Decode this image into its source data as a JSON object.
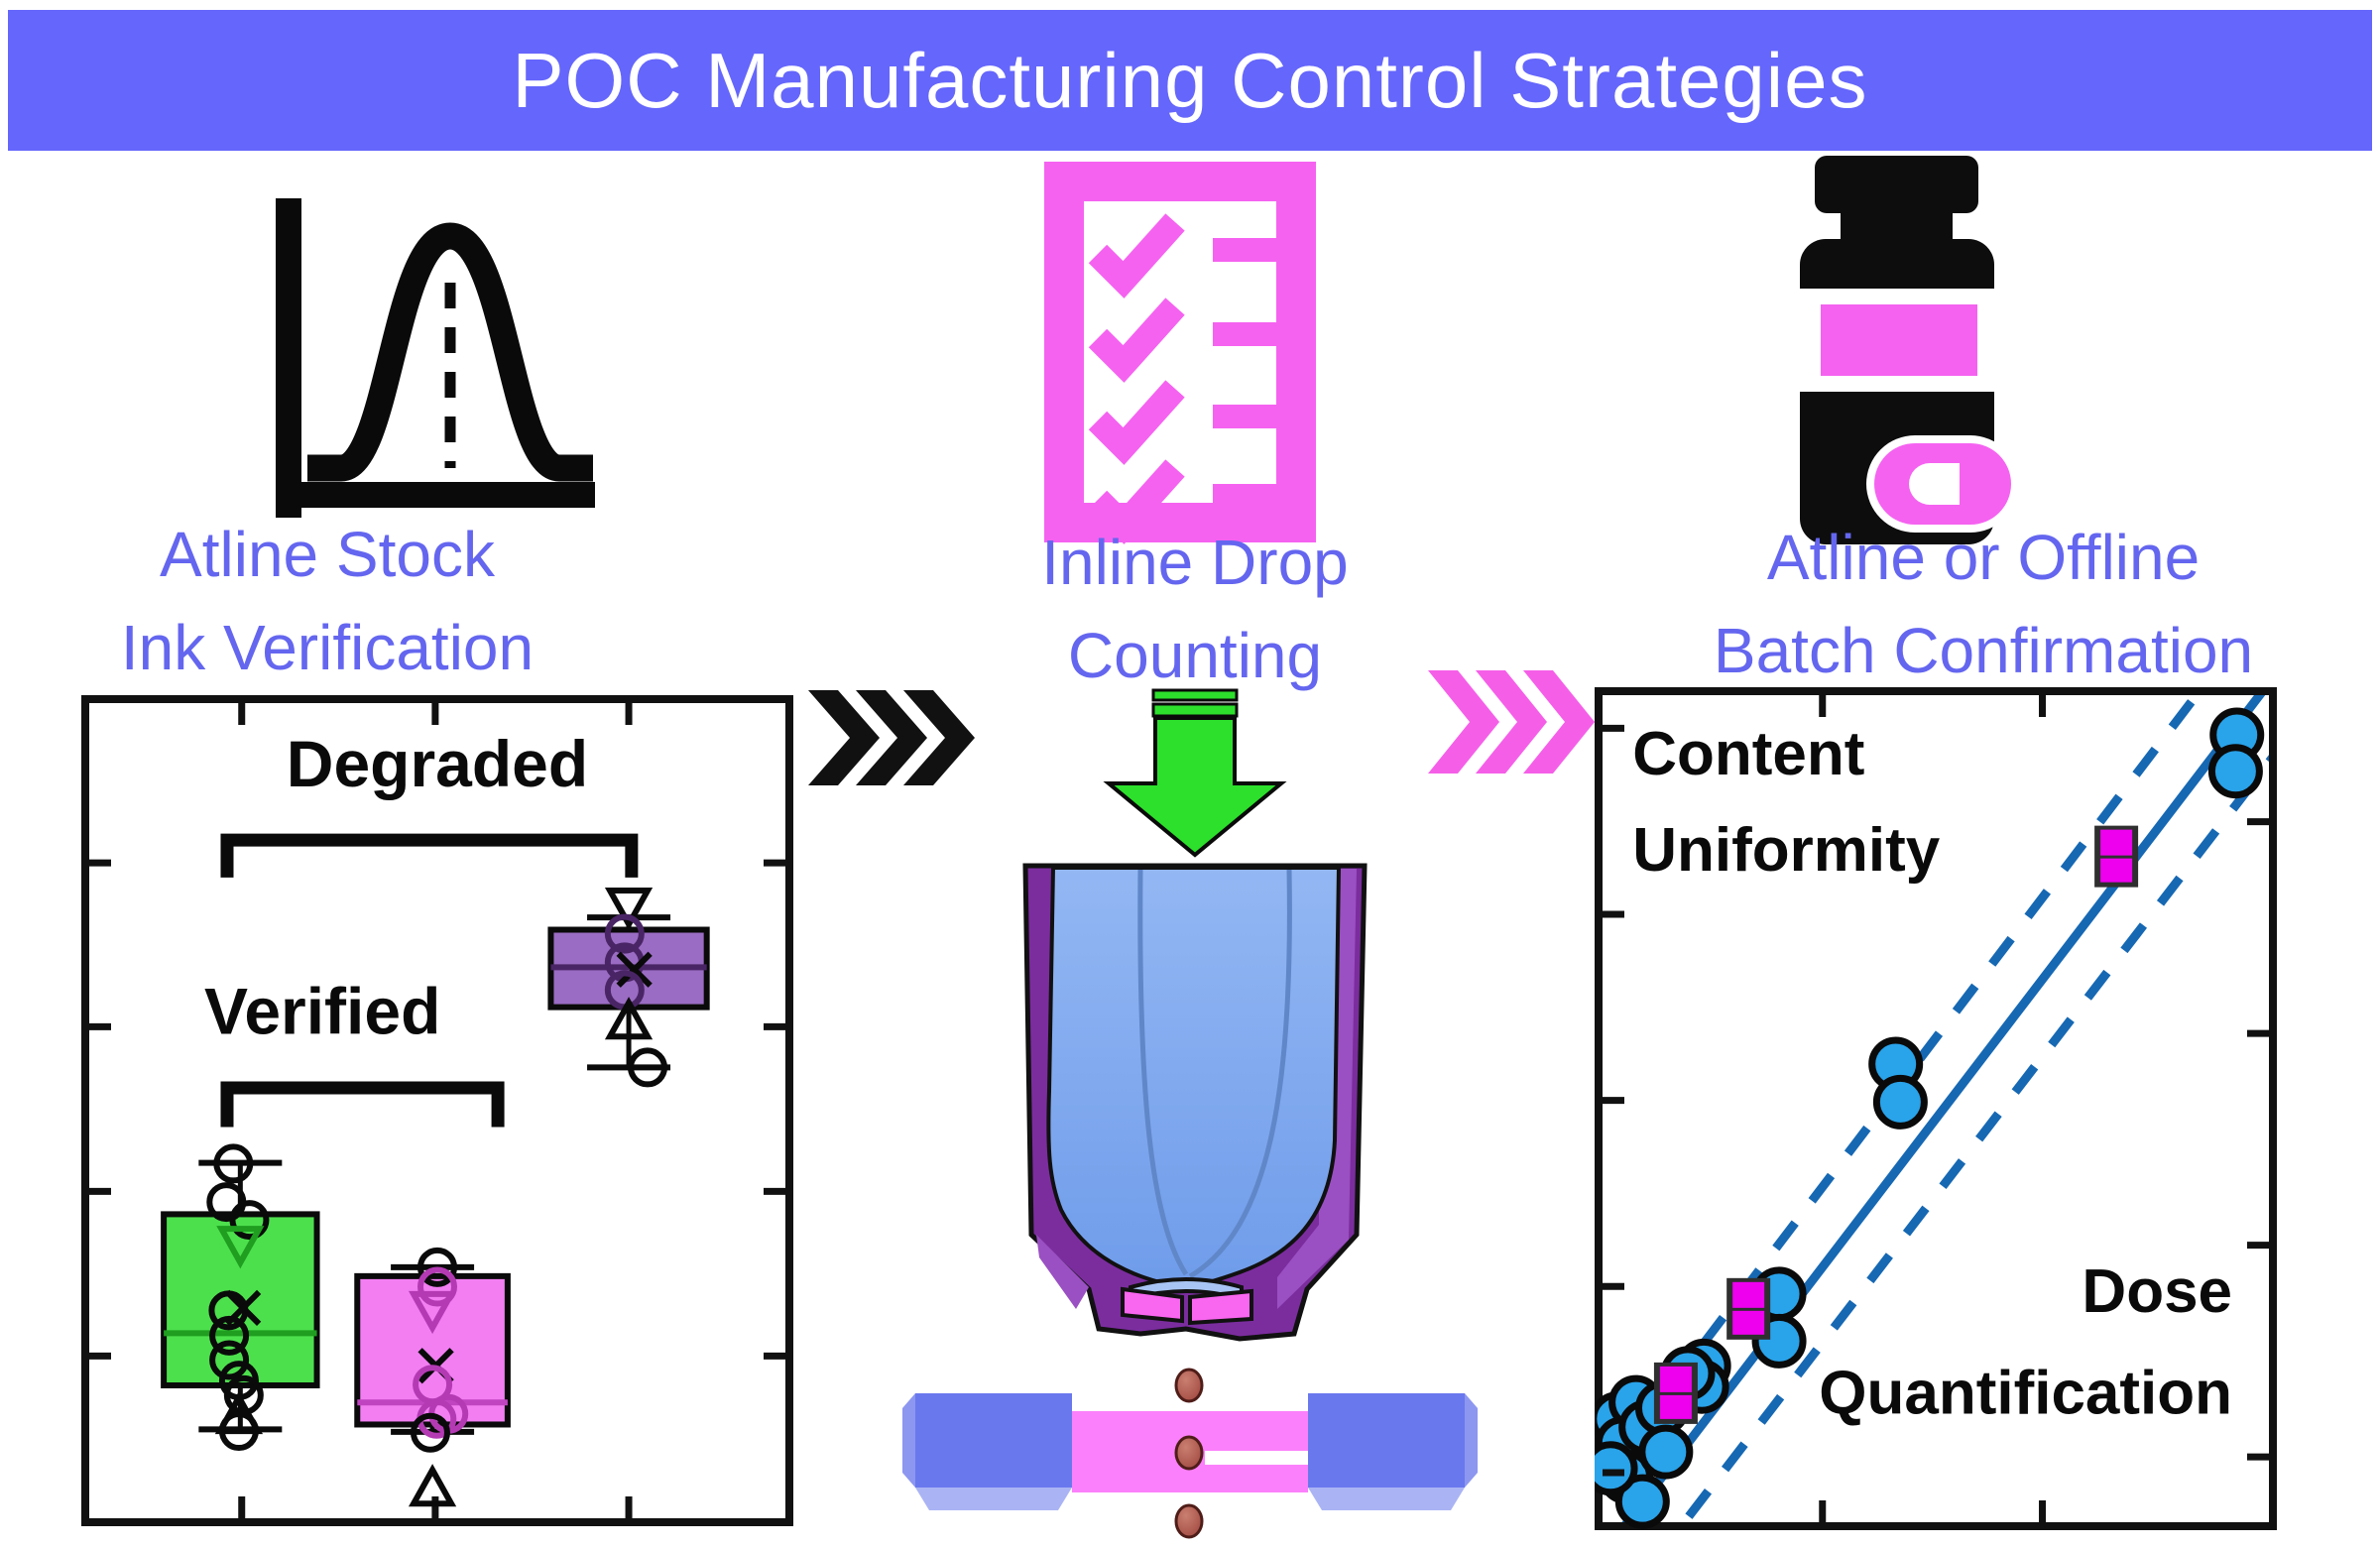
{
  "header": {
    "title": "POC Manufacturing Control Strategies"
  },
  "panels": [
    {
      "id": "atline-ink",
      "icon": "bell-curve-icon",
      "label_lines": [
        "Atline Stock",
        "Ink Verification"
      ]
    },
    {
      "id": "inline-drop",
      "icon": "checklist-icon",
      "label_lines": [
        "Inline Drop",
        "Counting"
      ]
    },
    {
      "id": "batch-confirm",
      "icon": "pill-bottle-icon",
      "label_lines": [
        "Atline or Offline",
        "Batch Confirmation"
      ]
    }
  ],
  "connectors": [
    {
      "id": "chevron-black",
      "color": "#111111"
    },
    {
      "id": "chevron-pink",
      "color": "#f55fe8"
    }
  ],
  "colors": {
    "banner": "#6566fb",
    "label_text": "#6466ef",
    "magenta": "#f562f0",
    "chevron_pink": "#f55fe8",
    "arrow_green": "#2ce02c",
    "vessel_purple": "#7b2d9e",
    "vessel_purple_light": "#9a50c2",
    "liquid_blue_top": "#93b7f3",
    "liquid_blue_bottom": "#6f9cea",
    "sensor_block_blue": "#6a78ee",
    "sensor_beam_pink": "#fb80fb",
    "droplet_red": "#a14840",
    "green_box": "#4de04d",
    "magenta_box": "#f27ef2",
    "purple_box": "#9a6cc3",
    "scatter_point_blue": "#29a3ea",
    "fit_line_blue": "#1668b3",
    "square_marker_magenta": "#ee00ee"
  },
  "chart_data": [
    {
      "type": "box",
      "panel": "atline-ink",
      "title": "Ink verification boxplot (axes unlabeled)",
      "axes": {
        "x_ticks": [
          0.219,
          0.497,
          0.775
        ],
        "y_ticks": [
          0.196,
          0.397,
          0.599,
          0.801
        ],
        "tick_labels": "none"
      },
      "brackets": [
        {
          "label": "Degraded",
          "x1": 0.198,
          "x2": 0.779,
          "y_bar": 0.168,
          "y_end": 0.214,
          "label_x": 0.5,
          "label_y": 0.102
        },
        {
          "label": "Verified",
          "x1": 0.198,
          "x2": 0.587,
          "y_bar": 0.472,
          "y_end": 0.52,
          "label_x": 0.335,
          "label_y": 0.406
        }
      ],
      "boxes": [
        {
          "name": "verified-green",
          "fill": "#4de04d",
          "median_color": "#1f9e1f",
          "cx": 0.217,
          "hw": 0.11,
          "top": 0.627,
          "bottom": 0.837,
          "median": 0.773,
          "w_top": 0.564,
          "w_bottom": 0.891
        },
        {
          "name": "verified-magenta",
          "fill": "#f27ef2",
          "median_color": "#c044c0",
          "cx": 0.493,
          "hw": 0.108,
          "top": 0.703,
          "bottom": 0.885,
          "median": 0.858,
          "w_top": 0.692,
          "w_bottom": 0.894
        },
        {
          "name": "degraded-purple",
          "fill": "#9a6cc3",
          "median_color": "#4a2566",
          "cx": 0.775,
          "hw": 0.112,
          "top": 0.278,
          "bottom": 0.373,
          "median": 0.324,
          "w_top": 0.263,
          "w_bottom": 0.447
        }
      ],
      "points": [
        {
          "m": "c",
          "x": 0.207,
          "y": 0.565
        },
        {
          "m": "c",
          "x": 0.197,
          "y": 0.612
        },
        {
          "m": "c",
          "x": 0.23,
          "y": 0.634
        },
        {
          "m": "td",
          "x": 0.217,
          "y": 0.662,
          "c": "#1f9e1f"
        },
        {
          "m": "c",
          "x": 0.2,
          "y": 0.745
        },
        {
          "m": "x",
          "x": 0.221,
          "y": 0.742
        },
        {
          "m": "c",
          "x": 0.201,
          "y": 0.776
        },
        {
          "m": "c",
          "x": 0.201,
          "y": 0.806
        },
        {
          "m": "c",
          "x": 0.215,
          "y": 0.831
        },
        {
          "m": "c",
          "x": 0.222,
          "y": 0.849
        },
        {
          "m": "tu",
          "x": 0.215,
          "y": 0.876
        },
        {
          "m": "c",
          "x": 0.215,
          "y": 0.893
        },
        {
          "m": "c",
          "x": 0.5,
          "y": 0.692
        },
        {
          "m": "c",
          "x": 0.5,
          "y": 0.716,
          "c": "#b43ab4"
        },
        {
          "m": "td",
          "x": 0.493,
          "y": 0.742,
          "c": "#b43ab4"
        },
        {
          "m": "x",
          "x": 0.498,
          "y": 0.813
        },
        {
          "m": "c",
          "x": 0.493,
          "y": 0.836,
          "c": "#b43ab4"
        },
        {
          "m": "c",
          "x": 0.499,
          "y": 0.878,
          "c": "#b43ab4"
        },
        {
          "m": "c",
          "x": 0.516,
          "y": 0.872,
          "c": "#b43ab4"
        },
        {
          "m": "c",
          "x": 0.49,
          "y": 0.895
        },
        {
          "m": "tu",
          "x": 0.493,
          "y": 0.965
        },
        {
          "m": "td",
          "x": 0.775,
          "y": 0.247
        },
        {
          "m": "c",
          "x": 0.769,
          "y": 0.283,
          "c": "#4a2566"
        },
        {
          "m": "c",
          "x": 0.769,
          "y": 0.318,
          "c": "#4a2566"
        },
        {
          "m": "x",
          "x": 0.783,
          "y": 0.327
        },
        {
          "m": "c",
          "x": 0.769,
          "y": 0.352,
          "c": "#4a2566"
        },
        {
          "m": "tu",
          "x": 0.775,
          "y": 0.392
        },
        {
          "m": "c",
          "x": 0.802,
          "y": 0.447
        }
      ]
    },
    {
      "type": "scatter",
      "panel": "batch-confirm",
      "title": "Batch confirmation calibration plot (axes unlabeled)",
      "corner_labels": [
        {
          "lines": [
            "Content",
            "Uniformity"
          ],
          "x": 0.045,
          "y": [
            0.072,
            0.188
          ],
          "anchor": "start"
        },
        {
          "lines": [
            "Dose",
            "Quantification"
          ],
          "x": 0.945,
          "y": [
            0.722,
            0.845
          ],
          "anchor": "end"
        }
      ],
      "axes": {
        "x_ticks": [
          0.33,
          0.66
        ],
        "y_ticks_left": [
          0.04,
          0.265,
          0.49,
          0.715,
          0.94
        ],
        "y_ticks_right": [
          0.153,
          0.409,
          0.665,
          0.921
        ],
        "tick_labels": "none"
      },
      "fit_line": {
        "color": "#1668b3",
        "solid": [
          [
            -0.01,
            1.05
          ],
          [
            1.005,
            -0.02
          ]
        ],
        "dashed": [
          [
            [
              -0.01,
              0.955
            ],
            [
              0.91,
              -0.02
            ]
          ],
          [
            [
              0.075,
              1.05
            ],
            [
              1.02,
              0.06
            ]
          ]
        ]
      },
      "series": [
        {
          "name": "dose-quantification-samples",
          "marker": "circle",
          "fill": "#29a3ea",
          "points": [
            [
              0.022,
              0.875
            ],
            [
              0.05,
              0.855
            ],
            [
              0.03,
              0.905
            ],
            [
              0.065,
              0.885
            ],
            [
              0.09,
              0.862
            ],
            [
              0.035,
              0.945
            ],
            [
              0.06,
              0.975
            ],
            [
              0.095,
              0.915
            ],
            [
              0.012,
              0.935
            ],
            [
              0.152,
              0.811
            ],
            [
              0.149,
              0.836
            ],
            [
              0.128,
              0.82
            ],
            [
              0.265,
              0.724
            ],
            [
              0.265,
              0.781
            ],
            [
              0.44,
              0.446
            ],
            [
              0.447,
              0.492
            ],
            [
              0.952,
              0.048
            ],
            [
              0.95,
              0.092
            ]
          ]
        },
        {
          "name": "content-uniformity-checks",
          "marker": "square-pair",
          "fill": "#ee00ee",
          "frame": "#2f2f2f",
          "points": [
            [
              0.11,
              0.844
            ],
            [
              0.219,
              0.742
            ],
            [
              0.771,
              0.195
            ]
          ]
        }
      ]
    }
  ]
}
